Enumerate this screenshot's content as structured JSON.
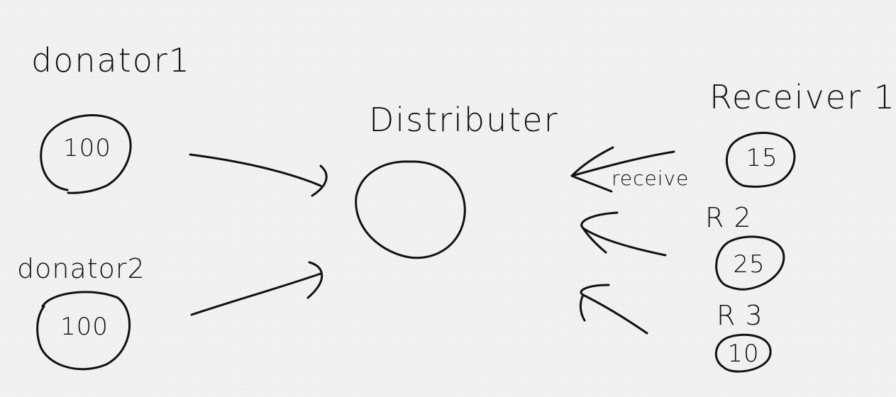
{
  "donators": [
    {
      "label": "donator1",
      "amount": "100"
    },
    {
      "label": "donator2",
      "amount": "100"
    }
  ],
  "distributor": {
    "label": "Distributer"
  },
  "receivers": [
    {
      "label": "Receiver 1",
      "amount": "15"
    },
    {
      "label": "R 2",
      "amount": "25"
    },
    {
      "label": "R 3",
      "amount": "10"
    }
  ],
  "arrow_labels": {
    "receive": "receive"
  },
  "colors": {
    "ink": "#111111",
    "paper": "#f1f1ef"
  }
}
